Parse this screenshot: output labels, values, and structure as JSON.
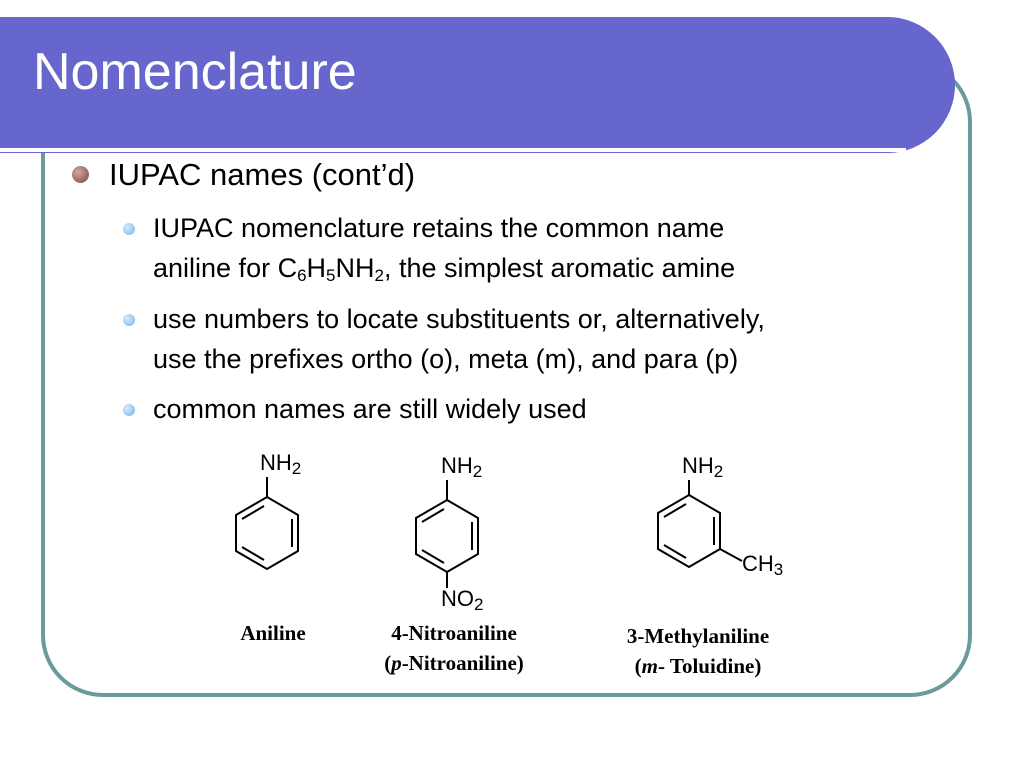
{
  "slide": {
    "title": "Nomenclature",
    "colors": {
      "title_bar": "#6666cc",
      "frame_border": "#6b9a9c",
      "bullet1": "#a0706f",
      "bullet2": "#9cc9ef"
    }
  },
  "bullets": {
    "level1": "IUPAC names (cont’d)",
    "sub1": {
      "line1": "IUPAC nomenclature retains the common name",
      "line2_pre": "aniline for C",
      "sub_a": "6",
      "mid_a": "H",
      "sub_b": "5",
      "mid_b": "NH",
      "sub_c": "2",
      "line2_post": ", the simplest aromatic amine"
    },
    "sub2": {
      "line1": "use numbers to locate substituents or, alternatively,",
      "line2": "use the prefixes ortho (o), meta (m), and para (p)"
    },
    "sub3": "common names are still widely used"
  },
  "molecules": {
    "group_nh": "NH",
    "group_no": "NO",
    "group_ch": "CH",
    "sub_2": "2",
    "sub_3": "3",
    "aniline": {
      "name": "Aniline"
    },
    "nitroaniline": {
      "name": "4-Nitroaniline",
      "alt_open": "(",
      "alt_italic": "p",
      "alt_rest": "-Nitroaniline)"
    },
    "methylaniline": {
      "name": "3-Methylaniline",
      "alt_open": "(",
      "alt_italic": "m",
      "alt_rest": "- Toluidine)"
    }
  }
}
